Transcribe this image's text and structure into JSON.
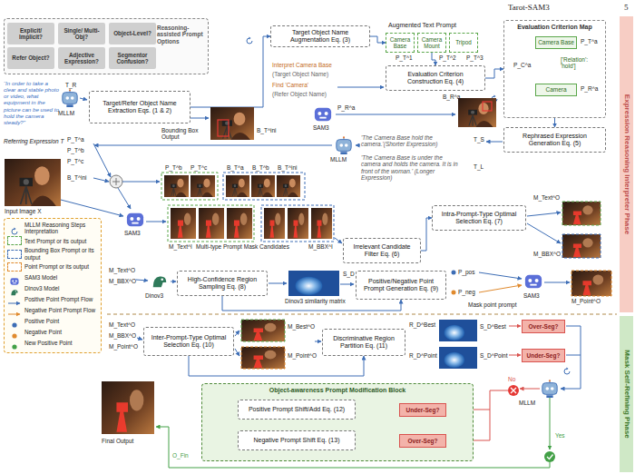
{
  "diagram": {
    "nodes": [
      {
        "text": [
          "Reasoning-assisted Prompt Options"
        ]
      },
      {
        "text": [
          "Explicit/ Implicit?"
        ],
        "in": 0
      },
      {
        "text": [
          "Single/ Multi-Obj?"
        ],
        "in": 0
      },
      {
        "text": [
          "Object-Level?"
        ],
        "in": 0
      },
      {
        "text": [
          "Refer Object?"
        ],
        "in": 0
      },
      {
        "text": [
          "Adjective Expression?"
        ],
        "in": 0
      },
      {
        "text": [
          "Segmentor Confusion?"
        ],
        "in": 0
      },
      {
        "text": [
          "Target/Refer Object Name Extraction Eqs. (1 & 2)"
        ]
      },
      {
        "text": [
          "Target Object Name Augmentation Eq. (3)"
        ]
      },
      {
        "text": [
          "Camera Base"
        ]
      },
      {
        "text": [
          "Camera Mount"
        ]
      },
      {
        "text": [
          "Tripod"
        ]
      },
      {
        "text": [
          "Evaluation Criterion Map"
        ]
      },
      {
        "text": [
          "Camera Base"
        ],
        "in": 12
      },
      {
        "text": [
          "Camera"
        ],
        "in": 12
      },
      {
        "text": [
          "Evaluation Criterion Construction Eq. (4)"
        ]
      },
      {
        "text": [
          "Rephrased Expression Generation Eq. (5)"
        ]
      },
      {
        "text": [
          "Irrelevant Candidate Filter Eq. (6)"
        ]
      },
      {
        "text": [
          "Intra-Prompt-Type Optimal Selection Eq. (7)"
        ]
      },
      {
        "text": [
          "High-Confidence Region Sampling Eq. (8)"
        ]
      },
      {
        "text": [
          "Positive/Negative Point Prompt Generation Eq. (9)"
        ]
      },
      {
        "text": [
          "Inter-Prompt-Type Optimal Selection Eq. (10)"
        ]
      },
      {
        "text": [
          "Discriminative Region Partition Eq. (11)"
        ]
      },
      {
        "text": [
          "Over-Seg?"
        ]
      },
      {
        "text": [
          "Under-Seg?"
        ]
      },
      {
        "text": [
          "Object-awareness Prompt Modification Block"
        ]
      },
      {
        "text": [
          "Positive Prompt Shift/Add Eq. (12)"
        ],
        "in": 25
      },
      {
        "text": [
          "Negative Prompt Shift Eq. (13)"
        ],
        "in": 25
      },
      {
        "text": [
          "Under-Seg?"
        ],
        "in": 25
      },
      {
        "text": [
          "Over-Seg?"
        ],
        "in": 25
      },
      {
        "text": [
          "Expression Reasoning Interpreter Phase"
        ]
      },
      {
        "text": [
          "Mask Self-Refining Phase"
        ]
      }
    ],
    "edges": [
      {
        "from": 7,
        "to": 8,
        "arrow": "to"
      },
      {
        "from": 8,
        "to": 9,
        "arrow": "to"
      },
      {
        "from": 10,
        "to": 15,
        "arrow": "to"
      },
      {
        "from": 15,
        "to": 12,
        "arrow": "to"
      },
      {
        "from": 12,
        "to": 16,
        "arrow": "to"
      },
      {
        "from": 17,
        "to": 18,
        "arrow": "to"
      },
      {
        "from": 19,
        "to": 20,
        "arrow": "to"
      },
      {
        "from": 21,
        "to": 22,
        "arrow": "to"
      },
      {
        "from": 28,
        "to": 26,
        "arrow": "to"
      },
      {
        "from": 29,
        "to": 27,
        "arrow": "to"
      }
    ],
    "labels": [
      "Tarot-SAM3",
      "5",
      "“In order to take a clear and stable photo or video, what equipment in the picture can be used to hold the camera steady?”",
      "Referring Expression T",
      "T_R",
      "MLLM",
      "Bounding Box Output",
      "B_T^ini",
      "Interpret Camera Base",
      "(Target Object Name)",
      "Find 'Camera'",
      "(Refer Object Name)",
      "Augmented Text Prompt",
      "P_T^1",
      "P_T^2",
      "P_T^3",
      "P_T^a",
      "P_C^a",
      "['Relation': 'hold']",
      "P_R^a",
      "SAM3",
      "P_R^a",
      "B_R^a",
      "'The Camera Base hold the camera.'(Shorter Expression)",
      "'The Camera Base is under the camera and holds the camera. It is in front of the woman.' (Longer Expression)",
      "T_S",
      "T_L",
      "MLLM",
      "P_T^a",
      "P_T^b",
      "P_T^c",
      "B_T^ini",
      "Input Image X",
      "P_T^b",
      "P_T^c",
      "B_T^a",
      "B_T^b",
      "B_T^ini",
      "SAM3",
      "M_Text^I",
      "Multi-type Prompt Mask Candidates",
      "M_BBX^I",
      "M_Text^O",
      "M_BBX^O",
      "M_Text^O",
      "M_BBX^O",
      "Dinov3",
      "Dinov3 similarity matrix",
      "S_D",
      "P_pos",
      "P_neg",
      "Mask point prompt",
      "SAM3",
      "M_Point^O",
      "M_Text^O",
      "M_BBX^O",
      "M_Point^O",
      "M_Best^O",
      "M_Point^O",
      "R_D^Best",
      "R_D^Point",
      "S_D^Best",
      "S_D^Point",
      "MLLM",
      "No",
      "Yes",
      "Final Output",
      "O_Fin"
    ],
    "legend": [
      {
        "text": "MLLM Reasoning Steps Interpretation"
      },
      {
        "text": "Text Prompt or its output",
        "color": "#5aa64a"
      },
      {
        "text": "Bounding Box Prompt or its output",
        "color": "#3d6db5"
      },
      {
        "text": "Point Prompt or its output",
        "color": "#e08a2e"
      },
      {
        "text": "SAM3 Model"
      },
      {
        "text": "Dinov3 Model"
      },
      {
        "text": "Positive Point Prompt Flow"
      },
      {
        "text": "Negative Point Prompt Flow"
      },
      {
        "text": "Positive Point"
      },
      {
        "text": "Negative Point"
      },
      {
        "text": "New Positive Point"
      }
    ]
  }
}
